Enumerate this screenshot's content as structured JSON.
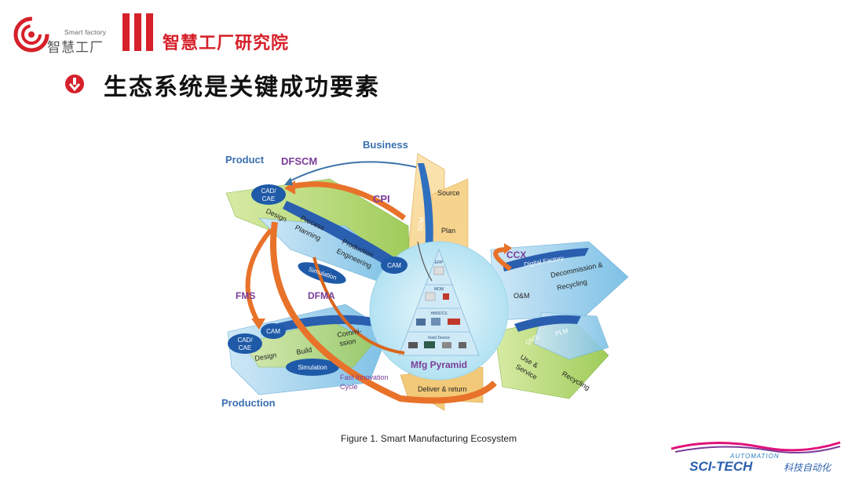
{
  "header": {
    "logo_en": "Smart factory",
    "logo_cn": "智慧工厂",
    "institute": "智慧工厂研究院"
  },
  "slide": {
    "title": "生态系统是关键成功要素"
  },
  "diagram": {
    "business": "Business",
    "product": "Product",
    "production": "Production",
    "dfscm": "DFSCM",
    "cpi": "CPI",
    "fms": "FMS",
    "dfma": "DFMA",
    "ccx": "CCX",
    "product_chain": {
      "cad_cae": [
        "CAD/",
        "CAE"
      ],
      "design": "Design",
      "process_planning": [
        "Process",
        "Planning"
      ],
      "production_engineering": [
        "Production",
        "Engineering"
      ],
      "simulation": "Simulation",
      "cam": "CAM"
    },
    "production_chain": {
      "cad_cae": [
        "CAD/",
        "CAE"
      ],
      "cam": "CAM",
      "design": "Design",
      "build": "Build",
      "commission": [
        "Commi-",
        "ssion"
      ],
      "simulation": "Simulation"
    },
    "business_chain": {
      "source": "Source",
      "scm": "SCM",
      "plan": "Plan",
      "deliver_return": "Deliver & return"
    },
    "service_chain": {
      "digital_factory": "Digital Factory",
      "om": "O&M",
      "decommission": [
        "Decommission &",
        "Recycling"
      ],
      "plm": "PLM",
      "qms": "QMS",
      "use_service": [
        "Use &",
        "Service"
      ],
      "recycling": "Recycling"
    },
    "pyramid": {
      "erp": "ERP",
      "mom": "MOM",
      "hmi_dcs": "HMI/DCS",
      "field_device": "Field Device",
      "label": "Mfg Pyramid"
    },
    "fast_innovation": [
      "Fast Innovation",
      "Cycle"
    ]
  },
  "caption": "Figure 1. Smart Manufacturing Ecosystem",
  "brand": {
    "automation": "AUTOMATION",
    "name": "SCI-TECH",
    "cn": "科技自动化"
  }
}
